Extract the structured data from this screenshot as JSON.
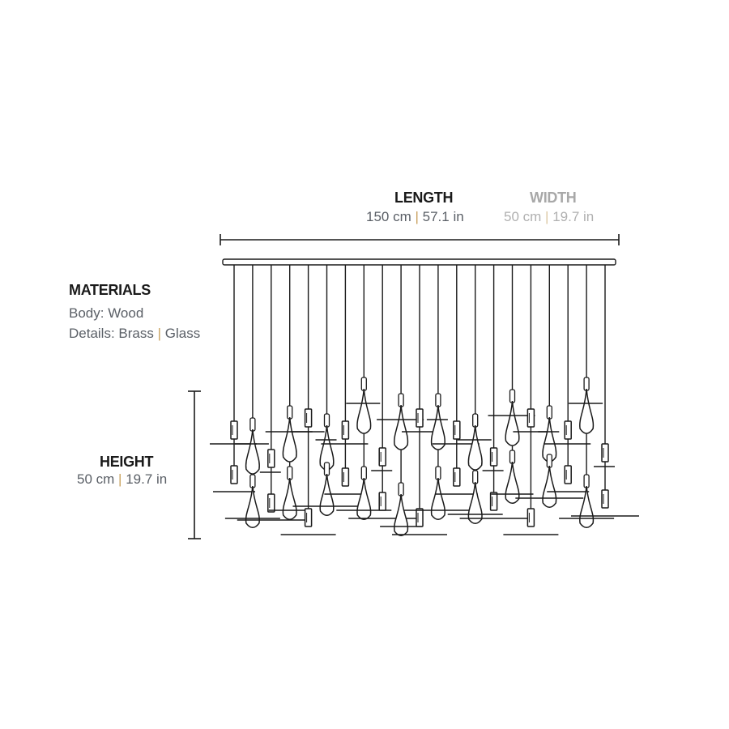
{
  "length": {
    "label": "LENGTH",
    "cm": "150 cm",
    "sep": "|",
    "in": "57.1 in"
  },
  "width": {
    "label": "WIDTH",
    "cm": "50 cm",
    "sep": "|",
    "in": "19.7 in"
  },
  "height": {
    "label": "HEIGHT",
    "cm": "50 cm",
    "sep": "|",
    "in": "19.7 in"
  },
  "materials": {
    "label": "MATERIALS",
    "body": "Body: Wood",
    "details_prefix": "Details: Brass",
    "sep": "|",
    "details_suffix": "Glass"
  },
  "colors": {
    "text": "#5a5f66",
    "heading": "#1a1a1a",
    "separator": "#c9a15e",
    "muted": "#a8a8a8",
    "line": "#1a1a1a"
  }
}
